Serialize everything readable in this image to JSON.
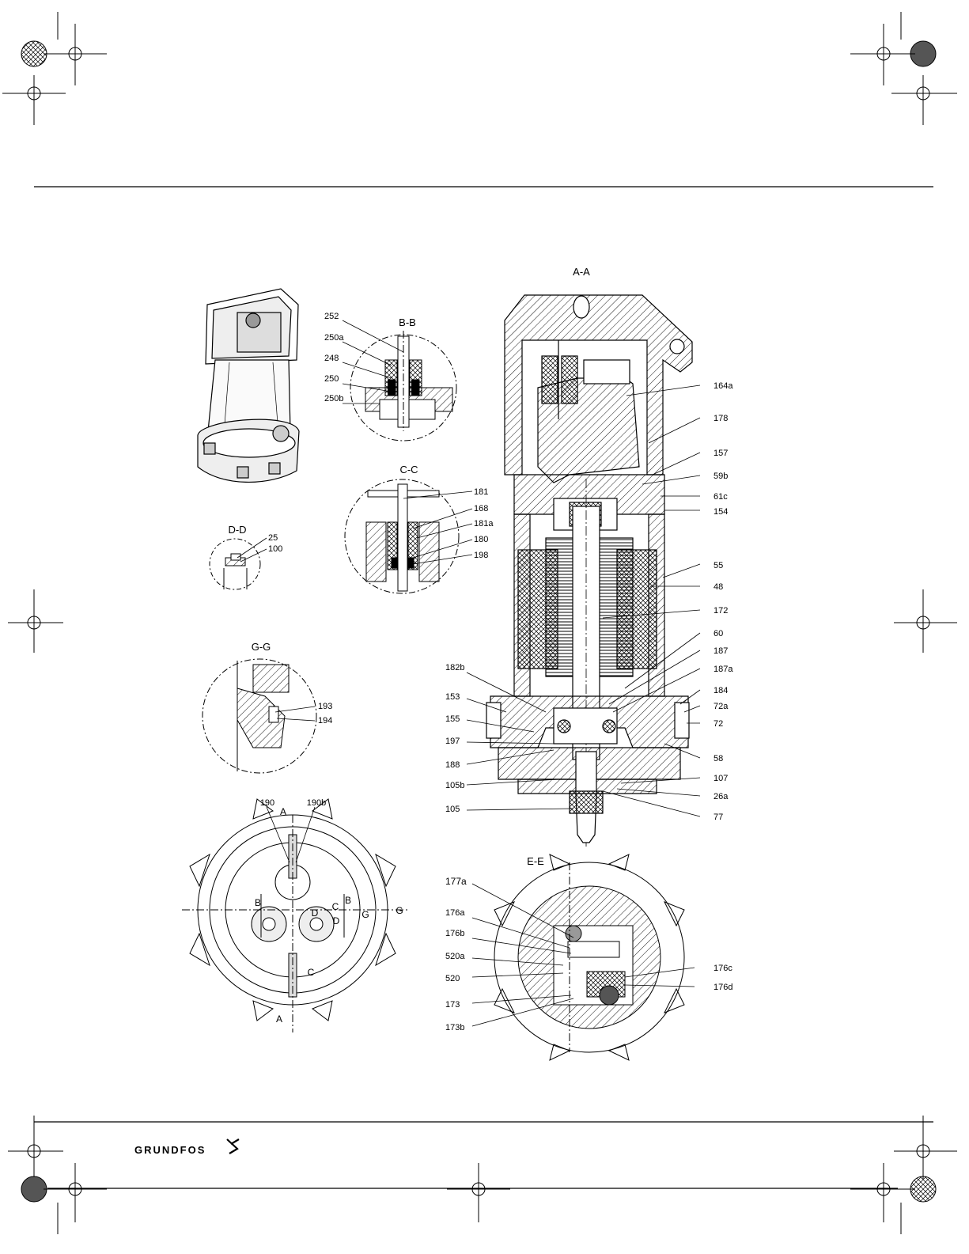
{
  "sections": {
    "aa": "A-A",
    "bb": "B-B",
    "cc": "C-C",
    "dd": "D-D",
    "gg": "G-G",
    "ee": "E-E"
  },
  "labels_aa_right": [
    "164a",
    "178",
    "157",
    "59b",
    "61c",
    "154",
    "55",
    "48",
    "172",
    "60",
    "187",
    "187a",
    "184",
    "72a",
    "72",
    "58",
    "107",
    "26a",
    "77"
  ],
  "labels_aa_left": [
    "182b",
    "153",
    "155",
    "197",
    "188",
    "105b",
    "105"
  ],
  "labels_bb": [
    "252",
    "250a",
    "248",
    "250",
    "250b"
  ],
  "labels_cc": [
    "181",
    "168",
    "181a",
    "180",
    "198"
  ],
  "labels_dd": [
    "25",
    "100"
  ],
  "labels_gg": [
    "193",
    "194"
  ],
  "labels_bottom": {
    "l190": "190",
    "l190b": "190b",
    "a_top": "A",
    "a_bottom": "A",
    "b_left": "B",
    "b_right": "B",
    "c_top": "C",
    "c_bottom": "C",
    "d_left": "D",
    "d_right": "D",
    "g_left": "G",
    "g_right": "G"
  },
  "labels_ee_left": [
    "177a",
    "176a",
    "176b",
    "520a",
    "520",
    "173",
    "173b"
  ],
  "labels_ee_right": [
    "176c",
    "176d"
  ],
  "logo": "GRUNDFOS"
}
